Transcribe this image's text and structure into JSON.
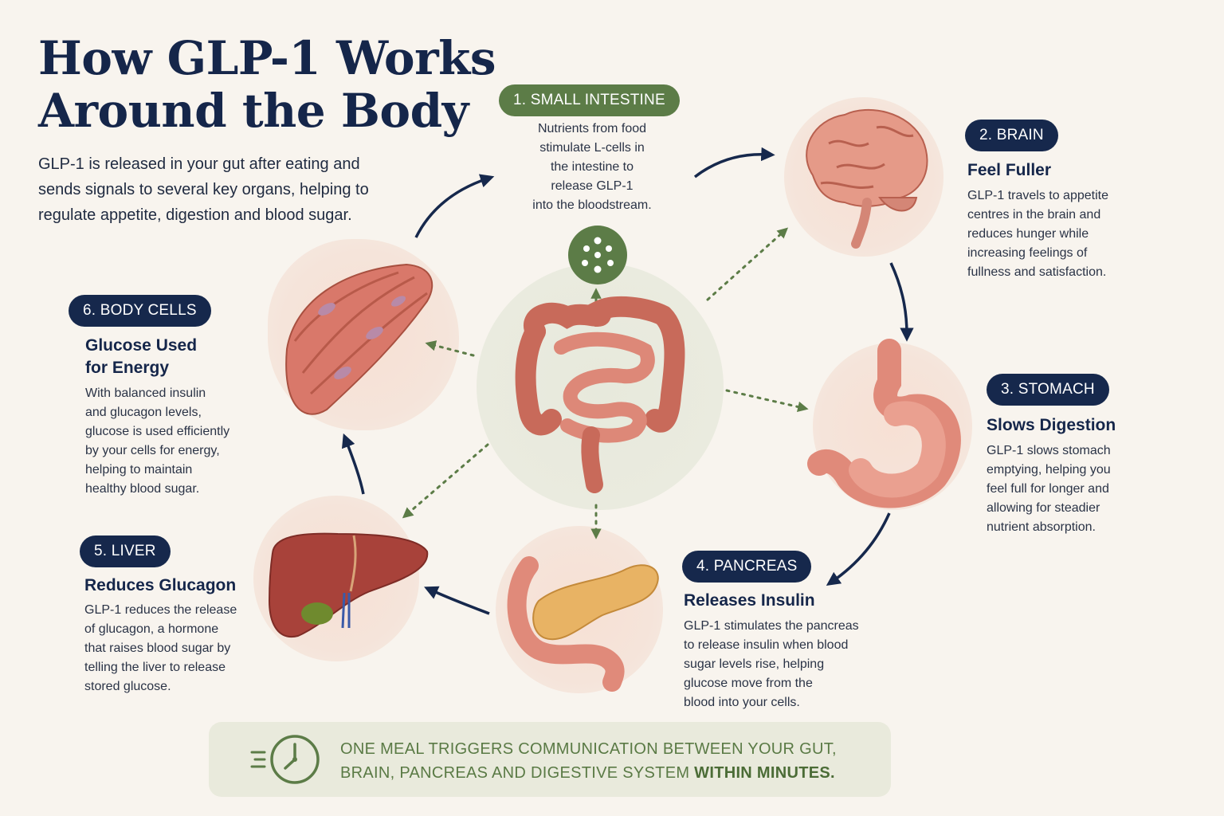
{
  "header": {
    "title_line1": "How GLP-1 Works",
    "title_line2": "Around the Body",
    "intro": "GLP-1 is released in your gut after eating and sends signals to several key organs, helping to regulate appetite, digestion and blood sugar."
  },
  "steps": [
    {
      "label": "1. SMALL INTESTINE",
      "heading": "",
      "lines": [
        "Nutrients from food",
        "stimulate L-cells in",
        "the intestine to",
        "release GLP-1",
        "into the bloodstream."
      ],
      "icon": "small-intestine-icon"
    },
    {
      "label": "2. BRAIN",
      "heading": "Feel Fuller",
      "lines": [
        "GLP-1 travels to appetite",
        "centres in the brain and",
        "reduces hunger while",
        "increasing feelings of",
        "fullness and satisfaction."
      ],
      "icon": "brain-icon"
    },
    {
      "label": "3. STOMACH",
      "heading": "Slows Digestion",
      "lines": [
        "GLP-1 slows stomach",
        "emptying, helping you",
        "feel full for longer and",
        "allowing for steadier",
        "nutrient absorption."
      ],
      "icon": "stomach-icon"
    },
    {
      "label": "4. PANCREAS",
      "heading": "Releases Insulin",
      "lines": [
        "GLP-1 stimulates the pancreas",
        "to release insulin when blood",
        "sugar levels rise, helping",
        "glucose move from the",
        "blood into your cells."
      ],
      "icon": "pancreas-icon"
    },
    {
      "label": "5. LIVER",
      "heading": "Reduces Glucagon",
      "lines": [
        "GLP-1 reduces the release",
        "of glucagon, a hormone",
        "that raises blood sugar by",
        "telling the liver to release",
        "stored glucose."
      ],
      "icon": "liver-icon"
    },
    {
      "label": "6. BODY CELLS",
      "heading_lines": [
        "Glucose Used",
        "for Energy"
      ],
      "lines": [
        "With balanced insulin",
        "and glucagon levels,",
        "glucose is used efficiently",
        "by your cells for energy,",
        "helping to maintain",
        "healthy blood sugar."
      ],
      "icon": "muscle-cells-icon"
    }
  ],
  "banner": {
    "line1": "ONE MEAL TRIGGERS COMMUNICATION BETWEEN YOUR GUT,",
    "line2_prefix": "BRAIN, PANCREAS AND DIGESTIVE SYSTEM ",
    "line2_emphasis": "WITHIN MINUTES.",
    "icon": "fast-clock-icon"
  },
  "colors": {
    "navy": "#16284c",
    "green": "#5c7c47",
    "background": "#f8f4ee",
    "organ": "#d9786a"
  }
}
